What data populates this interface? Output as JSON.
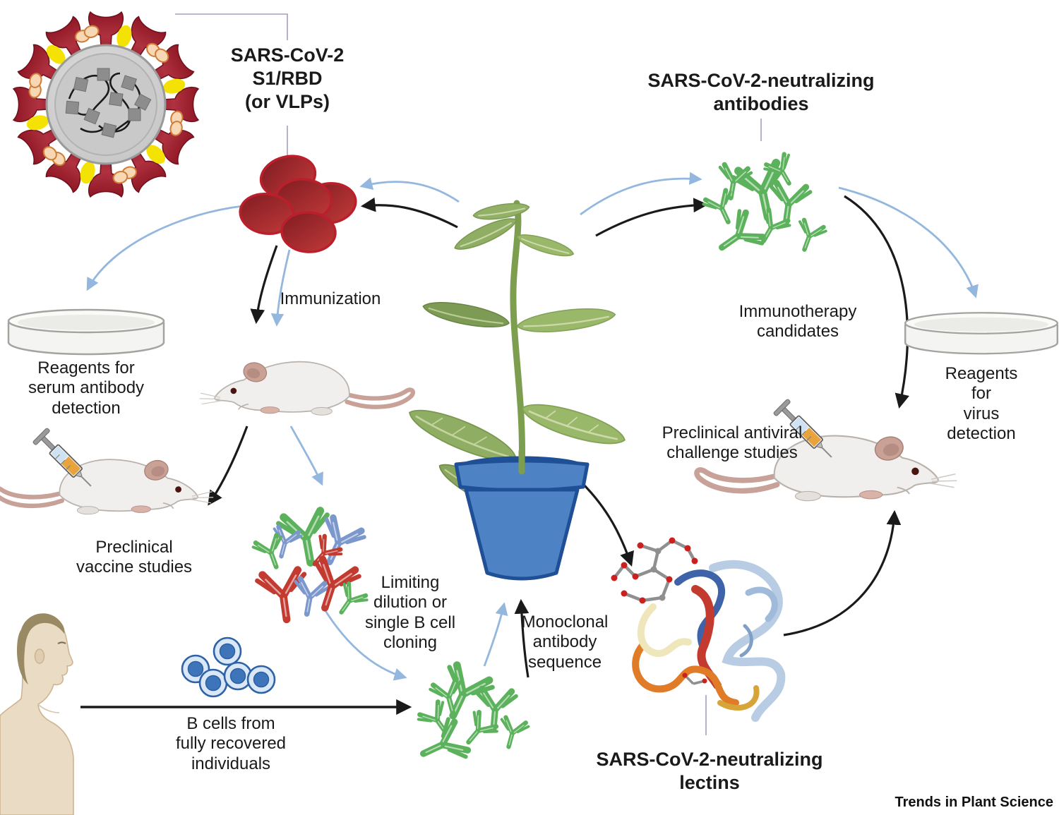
{
  "diagram": {
    "title_context": "Plant-produced SARS-CoV-2 biologics workflow",
    "labels": {
      "antigen": "SARS-CoV-2\nS1/RBD\n(or VLPs)",
      "neutralizing_antibodies": "SARS-CoV-2-neutralizing\nantibodies",
      "immunization": "Immunization",
      "reagents_serum": "Reagents for\nserum antibody\ndetection",
      "preclinical_vaccine": "Preclinical\nvaccine studies",
      "limiting_dilution": "Limiting\ndilution or\nsingle B cell\ncloning",
      "b_cells": "B cells from\nfully recovered\nindividuals",
      "monoclonal_sequence": "Monoclonal\nantibody\nsequence",
      "lectins": "SARS-CoV-2-neutralizing\nlectins",
      "immunotherapy": "Immunotherapy\ncandidates",
      "preclinical_antiviral": "Preclinical antiviral\nchallenge studies",
      "reagents_virus": "Reagents for\nvirus detection"
    },
    "footer": {
      "journal": "Trends in Plant Science"
    },
    "icons": {
      "virus": "sars-cov-2-virion-icon",
      "antigen_particles": "red-antigen-ovals-icon",
      "plant": "tobacco-plant-in-pot-icon",
      "petri_dish": "petri-dish-icon",
      "mouse": "lab-mouse-icon",
      "syringe": "syringe-icon",
      "antibody_cluster": "y-antibody-cluster-icon",
      "b_cells": "b-cell-cluster-icon",
      "human": "human-profile-icon",
      "lectin": "protein-ribbon-structure-icon"
    },
    "colors": {
      "arrow_black": "#1a1a1a",
      "arrow_blue": "#93b7de",
      "connector_purple": "#a99bc0",
      "virus_red": "#9c2431",
      "virus_yellow": "#f3e203",
      "virus_peach": "#f7d7b4",
      "antibody_green": "#5cb25c",
      "antibody_red": "#c23a30",
      "antibody_blue": "#7b97cc",
      "pot_blue": "#4d83c4",
      "leaf_green": "#94b368",
      "bcell_blue": "#3e74ba",
      "mouse_gray": "#f1efed",
      "syringe_orange": "#e8a33d"
    }
  }
}
